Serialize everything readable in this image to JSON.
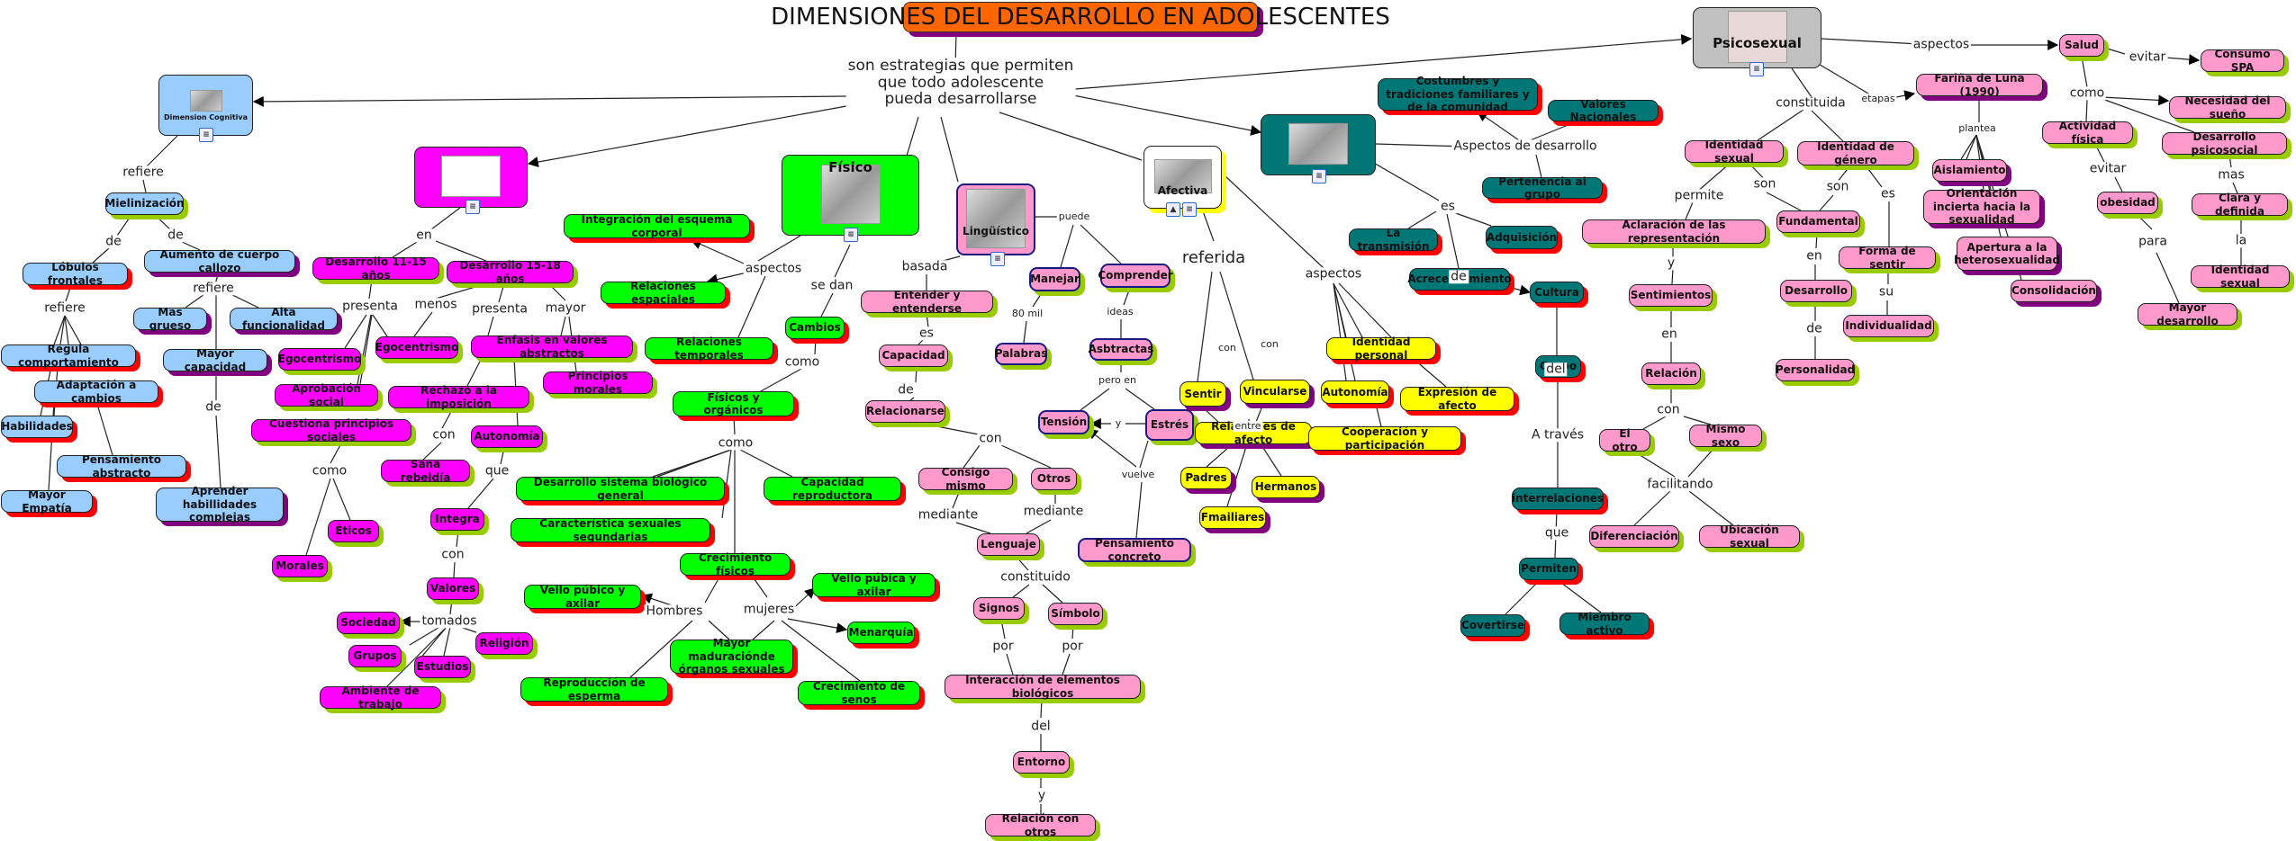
{
  "title": "DIMENSIONES DEL DESARROLLO EN ADOLESCENTES",
  "central_link": "son estrategias que permiten\nque todo adolescente\npueda desarrollarse",
  "colors": {
    "title_bg": "#ff6600",
    "cognitiva": "#99ccff",
    "valores": "#ff00ff",
    "fisico": "#00ff00",
    "linguistico": "#ff99cc",
    "afectiva": "#ffff00",
    "social": "#007777",
    "psicosexual": "#c0c0c0"
  },
  "dimensions": {
    "cognitiva": {
      "label": "Dimension Cognitiva",
      "icon": "children-image",
      "doc_icon": "document-icon"
    },
    "valores": {
      "label": "",
      "icon": "values-image",
      "doc_icon": "document-icon"
    },
    "fisico": {
      "label": "Físico",
      "icon": "physical-image",
      "doc_icon": "document-icon"
    },
    "linguistico": {
      "label": "Lingüístico",
      "icon": "child-speaking-image",
      "doc_icon": "document-icon"
    },
    "afectiva": {
      "label": "Afectiva",
      "icon": "family-image",
      "doc_icon": "document-icon",
      "image_icon": "image-icon"
    },
    "social": {
      "label": "",
      "icon": "group-image",
      "doc_icon": "document-icon"
    },
    "psicosexual": {
      "label": "Psicosexual",
      "icon": "anatomy-image",
      "doc_icon": "document-icon"
    }
  },
  "nodes": {
    "mielinizacion": "Mielinización",
    "lobulos": "Lóbulos frontales",
    "aumento": "Aumento de cuerpo callozo",
    "mas_grueso": "Mas grueso",
    "alta_func": "Alta funcionalidad",
    "regula": "Regula comportamiento",
    "adaptacion": "Adaptación a cambios",
    "habilidades": "Habilidades",
    "pensamiento_abs": "Pensamiento abstracto",
    "empatia": "Mayor Empatía",
    "mayor_cap": "Mayor capacidad",
    "aprender": "Aprender habillidades complejas",
    "des1115": "Desarrollo 11-15 años",
    "des1518": "Desarrollo 15-18 años",
    "ego1": "Egocentrismo",
    "ego2": "Egocentrismo",
    "aprobacion": "Aprobación social",
    "cuestiona": "Cuestiona principios sociales",
    "enfasis": "Enfasis en valores abstractos",
    "principios": "Principios morales",
    "rechazo": "Rechazo a la imposición",
    "autonomia_v": "Autonomía",
    "sana": "Sana rebeldía",
    "eticos": "Éticos",
    "morales": "Morales",
    "integra": "Integra",
    "valores": "Valores",
    "sociedad": "Sociedad",
    "grupos": "Grupos",
    "estudios": "Estudios",
    "religion": "Religión",
    "ambiente": "Ambiente de trabajo",
    "integracion": "Integración del esquema corporal",
    "rel_esp": "Relaciones espaciales",
    "rel_temp": "Relaciones temporales",
    "cambios": "Cambios",
    "fis_org": "Físicos  y  orgánicos",
    "des_bio": "Desarrollo sistema biológico  general",
    "caract": "Característica  sexuales segundarias",
    "cap_rep": "Capacidad reproductora",
    "crec": "Crecimiento físicos",
    "vello_h": "Vello púbico y axilar",
    "vello_m": "Vello  púbica y axilar",
    "menarquia": "Menarquía",
    "maduracion": "Mayor maduraciónde órganos sexuales",
    "esperma": "Reproducción de esperma",
    "senos": "Crecimiento de senos",
    "entender": "Entender y entenderse",
    "capacidad": "Capacidad",
    "relacionarse": "Relacionarse",
    "consigo": "Consigo mismo",
    "otros": "Otros",
    "lenguaje": "Lenguaje",
    "signos": "Signos",
    "simbolo": "Símbolo",
    "interaccion": "Interacción de elementos biológicos",
    "entorno": "Entorno",
    "rel_otros": "Relación con otros",
    "manejar": "Manejar",
    "comprender": "Comprender",
    "palabras": "Palabras",
    "abstractas": "Asbtractas",
    "tension": "Tensión",
    "estres": "Estrés",
    "pens_concreto": "Pensamiento concreto",
    "sentir": "Sentir",
    "vincularse": "Vincularse",
    "rel_afecto": "Relaciones de afecto",
    "padres": "Padres",
    "hermanos": "Hermanos",
    "familiares": "Fmailiares",
    "identidad_p": "Identidad personal",
    "autonomia_a": "Autonomía",
    "expresion": "Expresión de afecto",
    "cooperacion": "Cooperación y participación",
    "costumbres": "Costumbres y tradiciones familiares y de la comunidad",
    "val_nac": "Valores Nacionales",
    "pertenencia": "Pertenencia al grupo",
    "transmision": "La transmisión",
    "adquisicion": "Adquisición",
    "acrecentamiento": "Acrecentamiento",
    "cultura": "Cultura",
    "grupo": "Grupo",
    "interrelaciones": "interrelaciones",
    "permiten": "Permiten",
    "covertirse": "Covertirse",
    "miembro": "Miembro activo",
    "id_sexual": "Identidad sexual",
    "id_genero": "Identidad de género",
    "aclaracion": "Aclaración de las representación",
    "sentimientos": "Sentimientos",
    "relacion": "Relación",
    "el_otro": "El otro",
    "mismo_sexo": "Mismo sexo",
    "diferenciacion": "Diferenciación",
    "ubicacion": "Ubicación sexual",
    "fundamental": "Fundamental",
    "desarrollo_ps": "Desarrollo",
    "personalidad": "Personalidad",
    "forma_sentir": "Forma de sentir",
    "individualidad": "Individualidad",
    "farina": "Fariña de Luna (1990)",
    "aislamiento": "Aislamiento",
    "orientacion": "Orientación incierta hacia la sexualidad",
    "apertura": "Apertura a la heterosexualidad",
    "consolidacion": "Consolidación",
    "salud": "Salud",
    "consumo": "Consumo SPA",
    "necesidad": "Necesidad del sueño",
    "actividad": "Actividad física",
    "des_psico": "Desarrollo psicosocial",
    "obesidad": "obesidad",
    "clara": "Clara y definida",
    "id_sexual2": "Identidad sexual",
    "mayor_des": "Mayor desarrollo"
  },
  "links": {
    "refiere1": "refiere",
    "de1": "de",
    "de2": "de",
    "refiere2": "refiere",
    "refiere3": "refiere",
    "de3": "de",
    "en1": "en",
    "presenta1": "presenta",
    "menos": "menos",
    "presenta2": "presenta",
    "mayor": "mayor",
    "como1": "como",
    "con1": "con",
    "que1": "que",
    "con2": "con",
    "tomados": "tomados",
    "aspectos1": "aspectos",
    "se_dan": "se dan",
    "como2": "como",
    "como3": "como",
    "hombres": "Hombres",
    "mujeres": "mujeres",
    "basada": "basada",
    "es1": "es",
    "de4": "de",
    "con3": "con",
    "mediante1": "mediante",
    "mediante2": "mediante",
    "constituido": "constituido",
    "por1": "por",
    "por2": "por",
    "del1": "del",
    "y1": "y",
    "puede": "puede",
    "80mil": "80 mil",
    "ideas": "ideas",
    "pero_en": "pero en",
    "y2": "y",
    "vuelve": "vuelve",
    "referida": "referida",
    "con4": "con",
    "con5": "con",
    "entre": "entre",
    "aspectos2": "aspectos",
    "aspectos_des": "Aspectos de desarrollo",
    "es2": "es",
    "de5": "de",
    "del2": "del",
    "a_traves": "A través",
    "que2": "que",
    "aspectos3": "aspectos",
    "etapas": "etapas",
    "constituida": "constituida",
    "permite": "permite",
    "son1": "son",
    "son2": "son",
    "es3": "es",
    "y3": "y",
    "en2": "en",
    "con6": "con",
    "facilitando": "facilitando",
    "en3": "en",
    "de6": "de",
    "su": "su",
    "plantea": "plantea",
    "evitar1": "evitar",
    "como4": "como",
    "evitar2": "evitar",
    "mas": "mas",
    "para": "para",
    "la": "la"
  }
}
